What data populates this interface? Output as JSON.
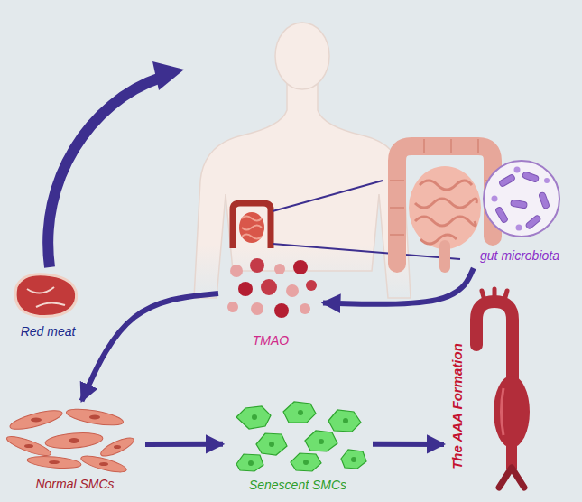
{
  "diagram": {
    "nodes": [
      {
        "text": [
          "Red meat"
        ]
      },
      {
        "text": [
          "gut microbiota"
        ]
      },
      {
        "text": [
          "TMAO"
        ]
      },
      {
        "text": [
          "Normal SMCs"
        ]
      },
      {
        "text": [
          "Senescent SMCs"
        ]
      },
      {
        "text": [
          "The AAA Formation"
        ]
      }
    ],
    "edges": [
      {
        "from": 1,
        "to": 2,
        "arrow": "to"
      },
      {
        "from": 2,
        "to": 3,
        "arrow": "to"
      },
      {
        "from": 3,
        "to": 4,
        "arrow": "to"
      },
      {
        "from": 4,
        "to": 5,
        "arrow": "to"
      }
    ]
  }
}
